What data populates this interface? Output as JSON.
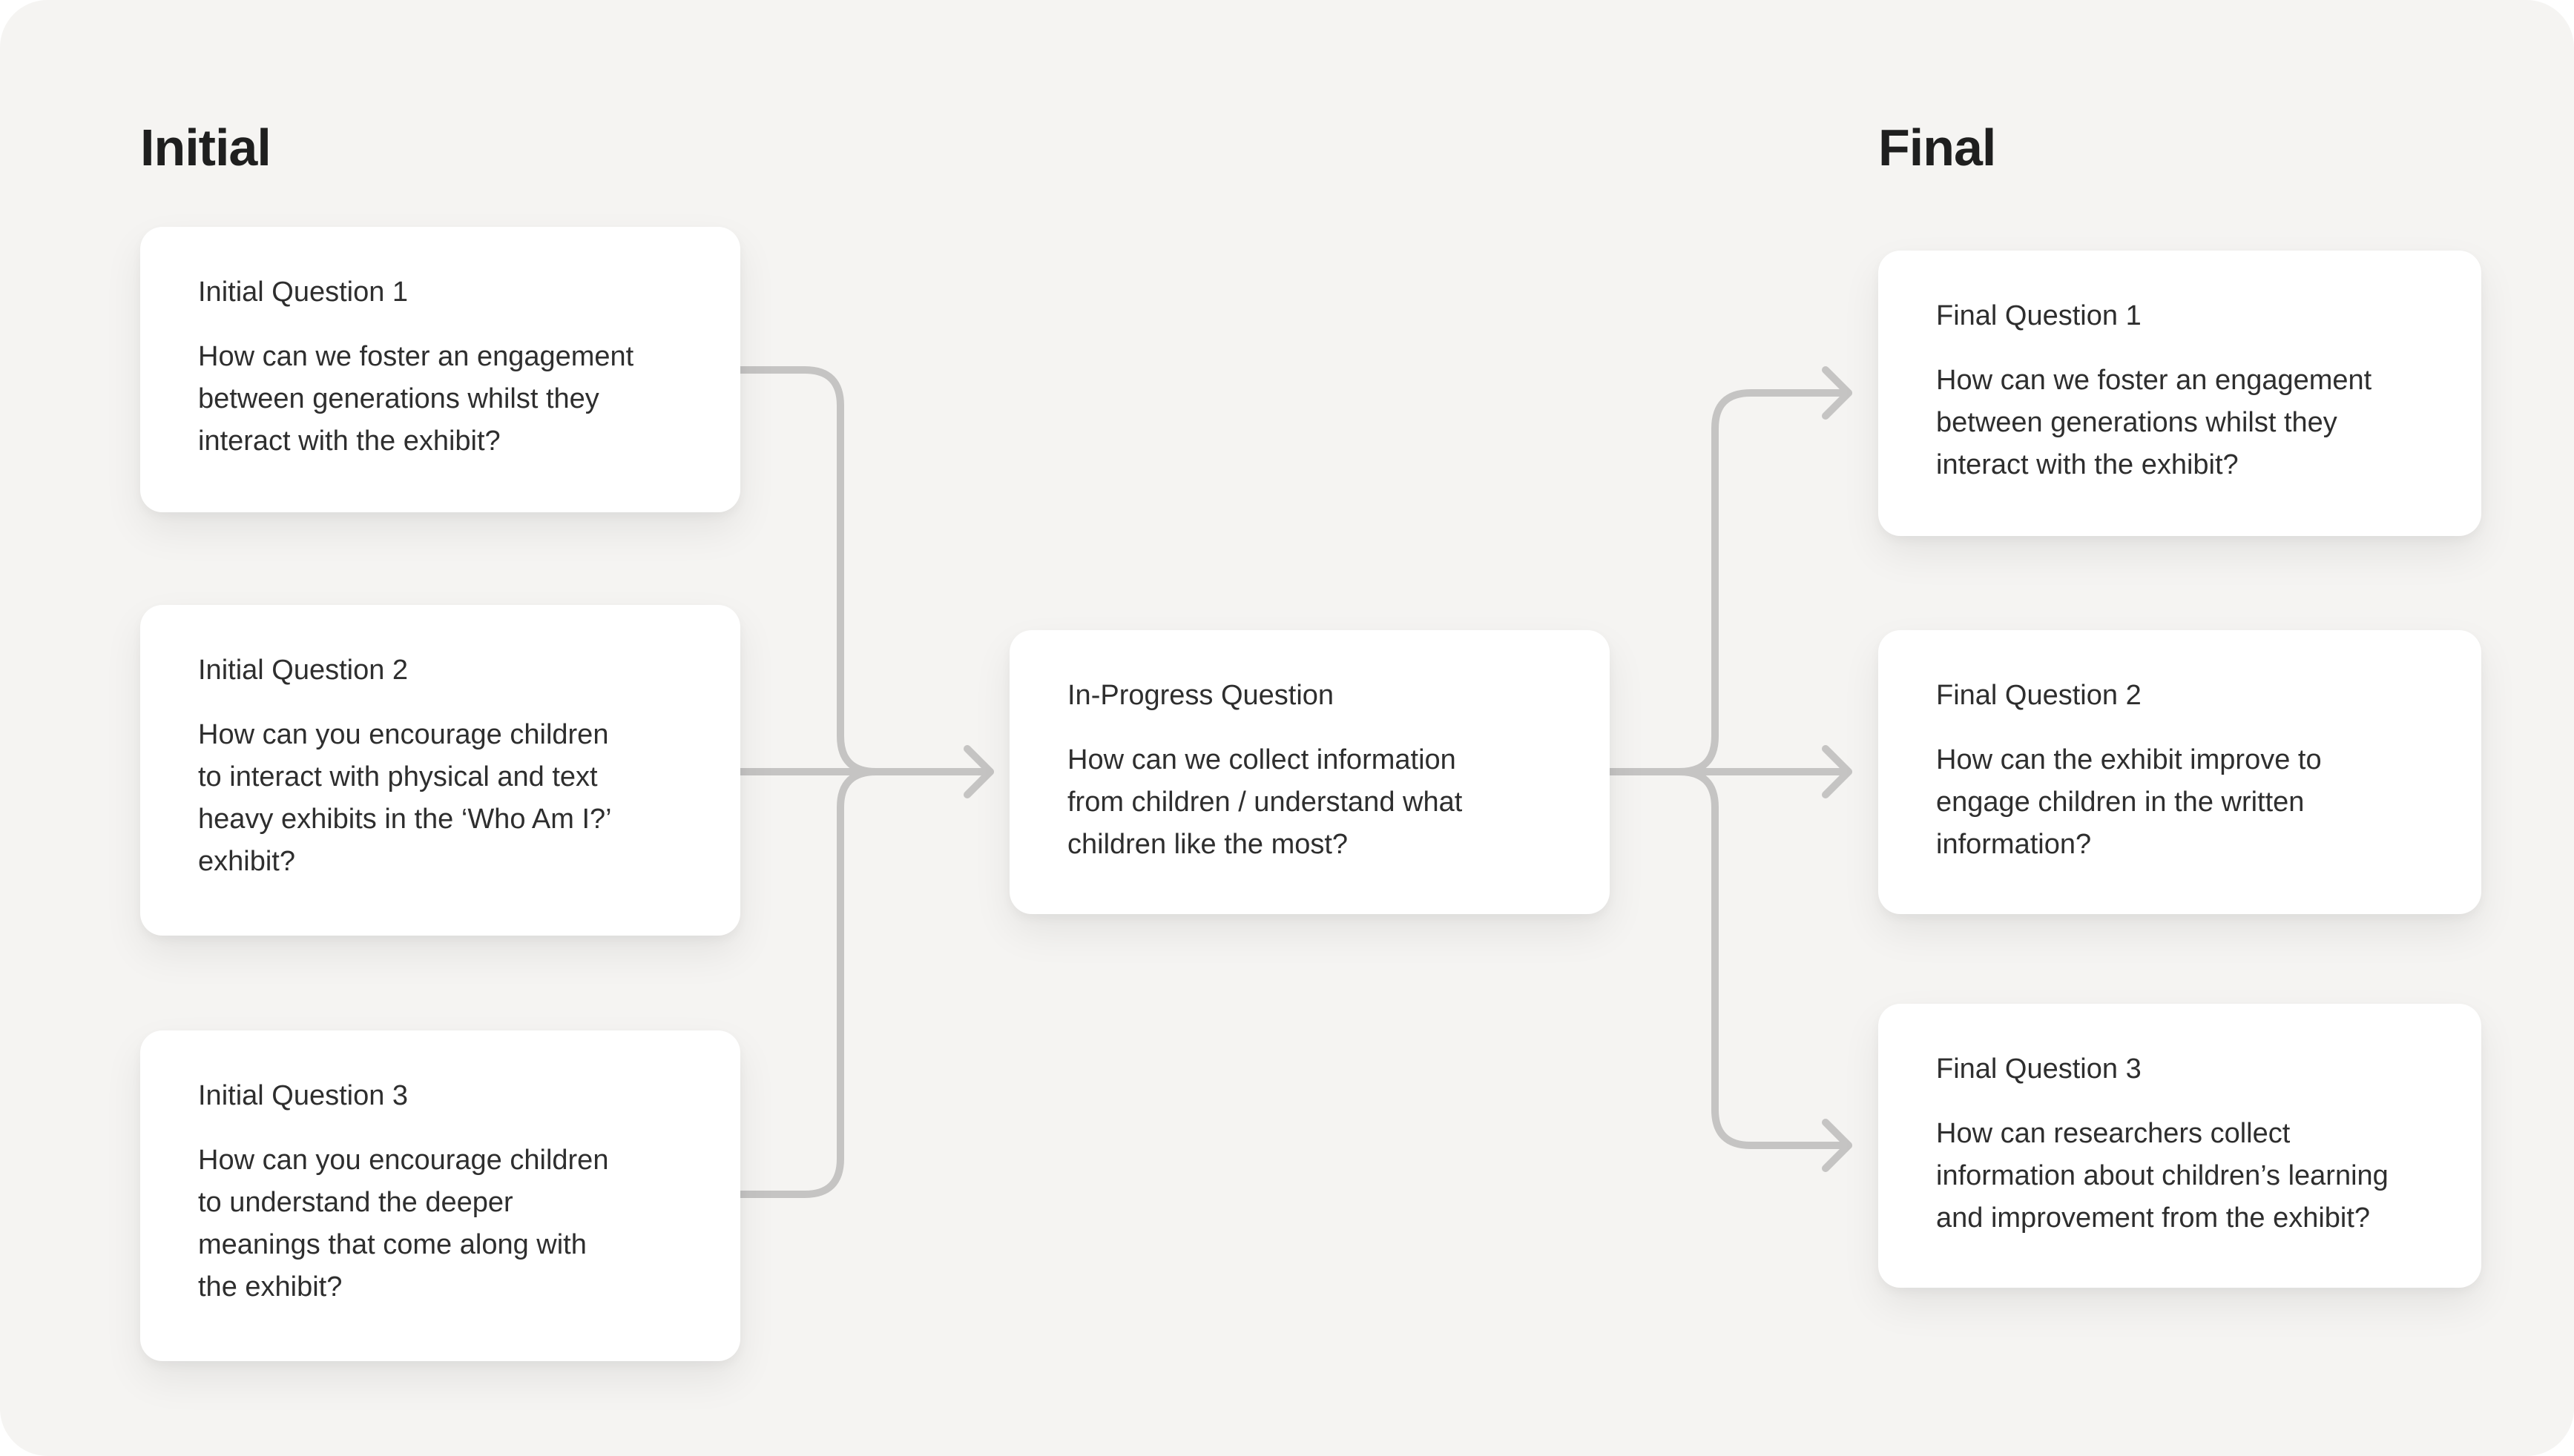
{
  "columns": {
    "initial": {
      "heading": "Initial"
    },
    "final": {
      "heading": "Final"
    }
  },
  "cards": {
    "iq1": {
      "title": "Initial Question 1",
      "body": "How can we foster an engagement\nbetween generations whilst they\ninteract with the exhibit?"
    },
    "iq2": {
      "title": "Initial Question 2",
      "body": "How can you encourage children\nto interact with physical and text\nheavy exhibits in the ‘Who Am I?’\nexhibit?"
    },
    "iq3": {
      "title": "Initial Question 3",
      "body": "How can you encourage children\nto understand the deeper\nmeanings that come along with\nthe exhibit?"
    },
    "mid": {
      "title": "In-Progress Question",
      "body": "How can we collect information\nfrom children / understand what\nchildren like the most?"
    },
    "fq1": {
      "title": "Final Question 1",
      "body": "How can we foster an engagement\nbetween generations whilst they\ninteract with the exhibit?"
    },
    "fq2": {
      "title": "Final Question 2",
      "body": "How can the exhibit improve to\nengage children in the written\ninformation?"
    },
    "fq3": {
      "title": "Final Question 3",
      "body": "How can researchers collect\ninformation about children’s learning\nand improvement from the exhibit?"
    }
  },
  "connections": [
    {
      "from": "initial-question-1",
      "to": "in-progress-question"
    },
    {
      "from": "initial-question-2",
      "to": "in-progress-question"
    },
    {
      "from": "initial-question-3",
      "to": "in-progress-question"
    },
    {
      "from": "in-progress-question",
      "to": "final-question-1"
    },
    {
      "from": "in-progress-question",
      "to": "final-question-2"
    },
    {
      "from": "in-progress-question",
      "to": "final-question-3"
    }
  ],
  "colors": {
    "canvas_background": "#f5f4f2",
    "card_background": "#ffffff",
    "connector": "#c5c4c3",
    "heading_text": "#1f1f1f",
    "card_text": "#2e2e2e"
  }
}
